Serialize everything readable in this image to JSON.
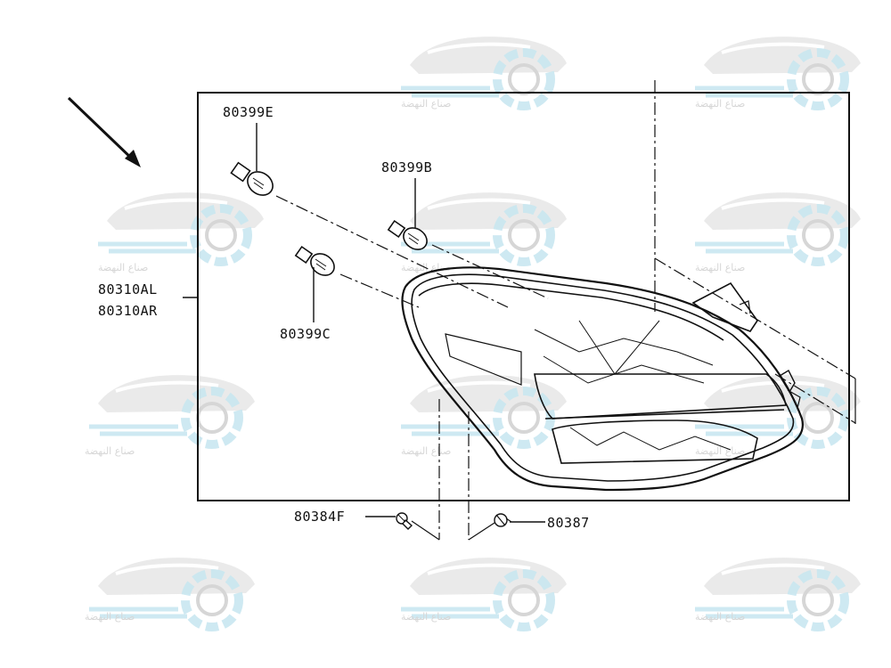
{
  "diagram": {
    "assembly_labels": [
      "80310AL",
      "80310AR"
    ],
    "parts": [
      {
        "id": "bulb-80399e",
        "label": "80399E"
      },
      {
        "id": "bulb-80399b",
        "label": "80399B"
      },
      {
        "id": "bulb-80399c",
        "label": "80399C"
      },
      {
        "id": "screw-80384f",
        "label": "80384F"
      },
      {
        "id": "clip-80387",
        "label": "80387"
      }
    ],
    "watermark_text": "صناع النهضة"
  },
  "colors": {
    "line": "#111111",
    "watermark_icon": "#a8d8e6",
    "watermark_car": "#cfcfcf"
  }
}
